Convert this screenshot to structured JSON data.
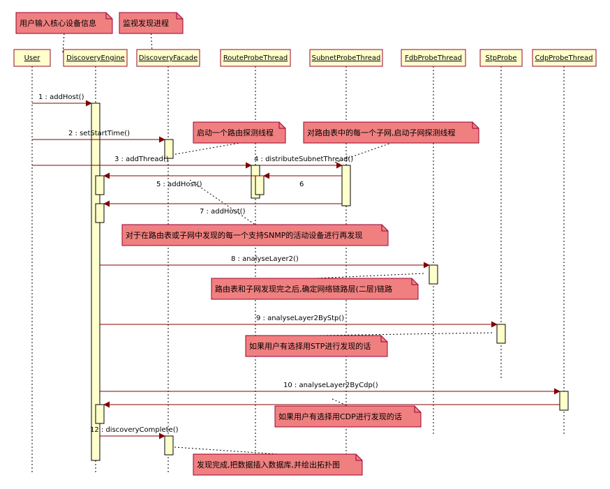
{
  "colors": {
    "lifeline_box_fill": "#ffffcc",
    "lifeline_box_stroke": "#990033",
    "activation_fill": "#ffffcc",
    "note_fill": "#f08080",
    "note_stroke": "#990033",
    "arrow": "#800000"
  },
  "lifelines": [
    {
      "name": "User"
    },
    {
      "name": "DiscoveryEngine"
    },
    {
      "name": "DiscoveryFacade"
    },
    {
      "name": "RouteProbeThread"
    },
    {
      "name": "SubnetProbeThread"
    },
    {
      "name": "FdbProbeThread"
    },
    {
      "name": "StpProbe"
    },
    {
      "name": "CdpProbeThread"
    }
  ],
  "messages": [
    {
      "label": "1 : addHost()"
    },
    {
      "label": "2 : setStartTime()"
    },
    {
      "label": "3 : addThread()"
    },
    {
      "label": "4 : distributeSubnetThread()"
    },
    {
      "label": "5 : addHost()"
    },
    {
      "label": "6"
    },
    {
      "label": "7 : addHost()"
    },
    {
      "label": "8 : analyseLayer2()"
    },
    {
      "label": "9 : analyseLayer2ByStp()"
    },
    {
      "label": "10 : analyseLayer2ByCdp()"
    },
    {
      "label": "12 : discoveryComplete()"
    }
  ],
  "notes": [
    {
      "text": "用户输入核心设备信息"
    },
    {
      "text": "监视发现进程"
    },
    {
      "text": "启动一个路由探测线程"
    },
    {
      "text": "对路由表中的每一个子网,启动子网探测线程"
    },
    {
      "text": "对于在路由表或子网中发现的每一个支持SNMP的活动设备进行再发现"
    },
    {
      "text": "路由表和子网发现完之后,确定网络链路层(二层)链路"
    },
    {
      "text": "如果用户有选择用STP进行发现的话"
    },
    {
      "text": "如果用户有选择用CDP进行发现的话"
    },
    {
      "text": "发现完成,把数据插入数据库,并绘出拓扑图"
    }
  ]
}
